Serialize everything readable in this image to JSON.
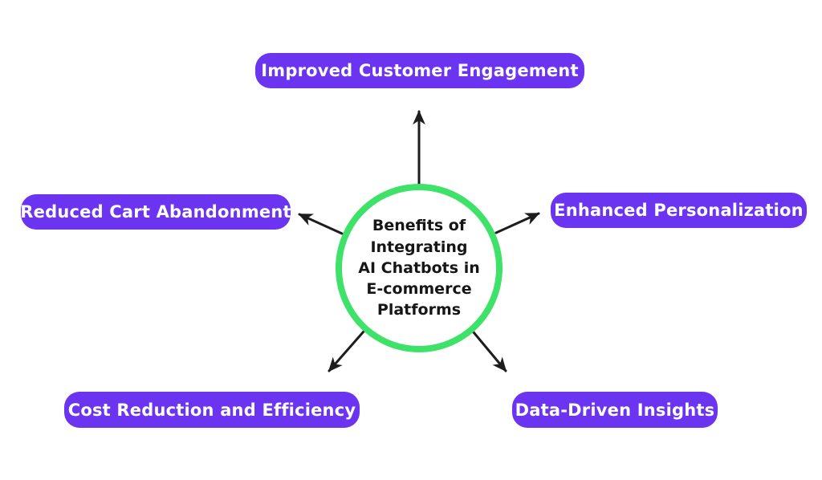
{
  "diagram": {
    "center": {
      "lines": [
        "Benefits of",
        "Integrating",
        "AI Chatbots in",
        "E-commerce",
        "Platforms"
      ]
    },
    "benefits": [
      {
        "id": "improved-customer-engagement",
        "label": "Improved Customer Engagement",
        "position": "top"
      },
      {
        "id": "reduced-cart-abandonment",
        "label": "Reduced Cart Abandonment",
        "position": "left"
      },
      {
        "id": "enhanced-personalization",
        "label": "Enhanced Personalization",
        "position": "right"
      },
      {
        "id": "cost-reduction-and-efficiency",
        "label": "Cost Reduction and Efficiency",
        "position": "bottom-left"
      },
      {
        "id": "data-driven-insights",
        "label": "Data-Driven Insights",
        "position": "bottom-right"
      }
    ],
    "colors": {
      "box": "#6a34f1",
      "box_text": "#ffffff",
      "circle_border": "#3ee268",
      "circle_fill": "#ffffff",
      "center_text": "#161616",
      "arrow": "#1d1d1d",
      "background": "#ffffff"
    }
  }
}
